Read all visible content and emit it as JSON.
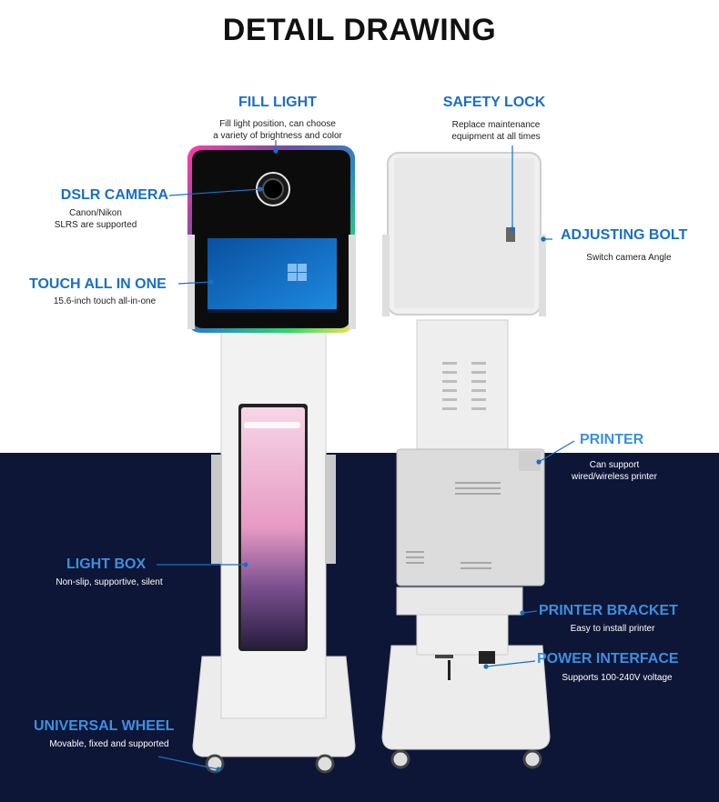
{
  "title": "DETAIL DRAWING",
  "annotations": {
    "fill_light": {
      "label": "FILL LIGHT",
      "desc": [
        "Fill light position, can choose",
        "a variety of brightness and color"
      ]
    },
    "safety_lock": {
      "label": "SAFETY LOCK",
      "desc": [
        "Replace maintenance",
        "equipment at all times"
      ]
    },
    "dslr_camera": {
      "label": "DSLR CAMERA",
      "desc": [
        "Canon/Nikon",
        "SLRS are supported"
      ]
    },
    "adjusting_bolt": {
      "label": "ADJUSTING BOLT",
      "desc": [
        "Switch camera Angle"
      ]
    },
    "touch_all_in_one": {
      "label": "TOUCH ALL IN ONE",
      "desc": [
        "15.6-inch touch all-in-one"
      ]
    },
    "printer": {
      "label": "PRINTER",
      "desc": [
        "Can support",
        "wired/wireless printer"
      ]
    },
    "light_box": {
      "label": "LIGHT BOX",
      "desc": [
        "Non-slip, supportive, silent"
      ]
    },
    "printer_bracket": {
      "label": "PRINTER BRACKET",
      "desc": [
        "Easy to install printer"
      ]
    },
    "power_interface": {
      "label": "POWER INTERFACE",
      "desc": [
        "Supports 100-240V voltage"
      ]
    },
    "universal_wheel": {
      "label": "UNIVERSAL WHEEL",
      "desc": [
        "Movable, fixed and supported"
      ]
    }
  },
  "colors": {
    "label_blue": "#1a6fc4",
    "dark_band": "#0d1636",
    "device_body": "#eeeeee",
    "led_ring": [
      "#ff3cac",
      "#784ba0",
      "#2b86c5",
      "#2bd96a",
      "#f7e45c"
    ]
  }
}
